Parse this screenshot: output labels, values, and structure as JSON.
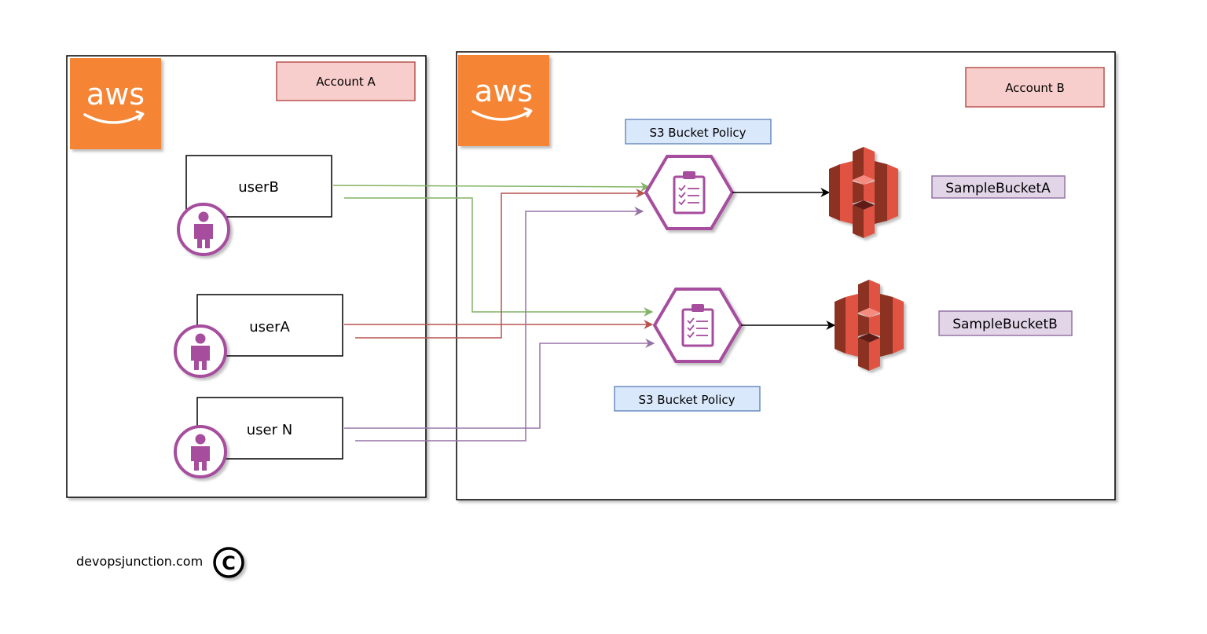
{
  "accounts": {
    "a": {
      "label": "Account A",
      "logo_text": "aws"
    },
    "b": {
      "label": "Account B",
      "logo_text": "aws"
    }
  },
  "users": [
    {
      "label": "userB"
    },
    {
      "label": "userA"
    },
    {
      "label": "user N"
    }
  ],
  "policies": [
    {
      "label": "S3 Bucket Policy"
    },
    {
      "label": "S3 Bucket Policy"
    }
  ],
  "buckets": [
    {
      "label": "SampleBucketA"
    },
    {
      "label": "SampleBucketB"
    }
  ],
  "footer": {
    "text": "devopsjunction.com",
    "copyright_symbol": "C"
  },
  "colors": {
    "aws_orange": "#F58534",
    "account_label_fill": "#F8CECC",
    "account_label_stroke": "#B85450",
    "policy_label_fill": "#DAE8FC",
    "policy_label_stroke": "#6C8EBF",
    "bucket_label_fill": "#E1D5E7",
    "bucket_label_stroke": "#9673A6",
    "user_purple": "#A64D9E",
    "s3_red": "#E05243",
    "arrow_green": "#82B366",
    "arrow_red": "#B85450",
    "arrow_purple": "#9673A6"
  },
  "icons": [
    "aws-logo-icon",
    "user-icon",
    "policy-clipboard-icon",
    "s3-bucket-icon",
    "copyright-icon"
  ]
}
